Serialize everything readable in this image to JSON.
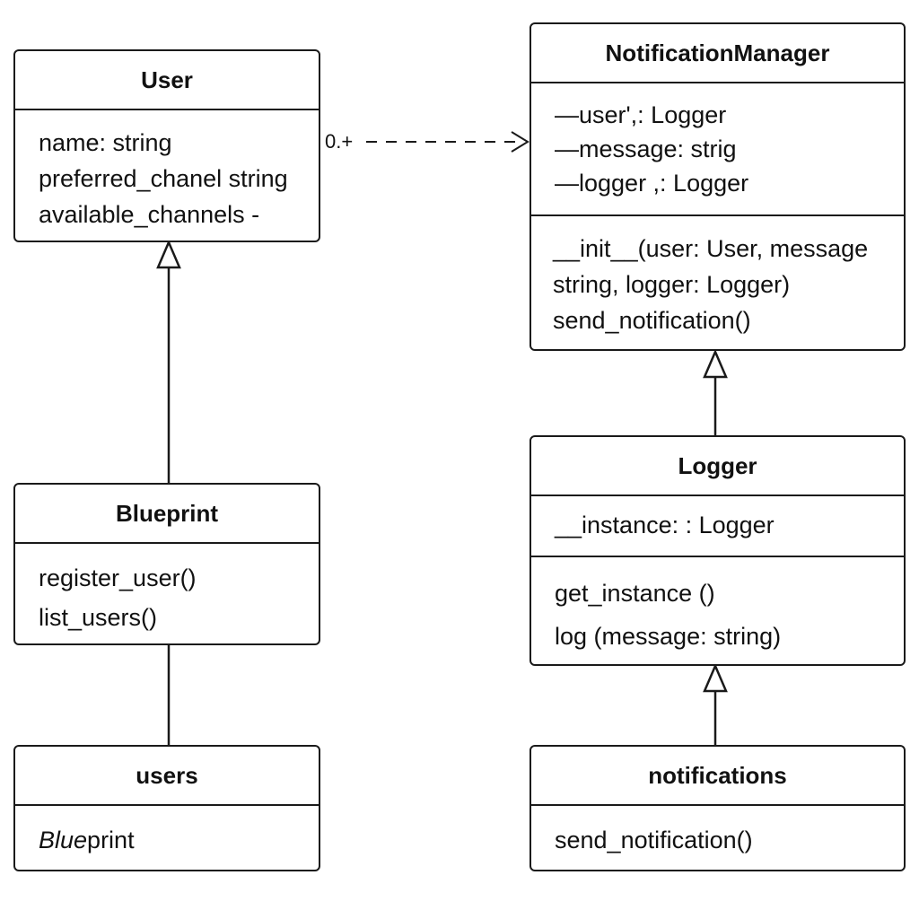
{
  "classes": {
    "user": {
      "name": "User",
      "attributes": [
        "name: string",
        "preferred_chanel string",
        "available_channels -"
      ]
    },
    "notification_manager": {
      "name": "NotificationManager",
      "attributes": [
        "—user',: Logger",
        "—message: strig",
        "—logger ,: Logger"
      ],
      "methods": [
        "__init__(user: User, message",
        "string, logger: Logger)",
        "send_notification()"
      ]
    },
    "blueprint": {
      "name": "Blueprint",
      "methods": [
        "register_user()",
        "list_users()"
      ]
    },
    "logger": {
      "name": "Logger",
      "attributes": [
        "__instance: : Logger"
      ],
      "methods": [
        "get_instance ()",
        "log (message: string)"
      ]
    },
    "users": {
      "name": "users",
      "attribute_italic": "Blue",
      "attribute_rest": "print"
    },
    "notifications": {
      "name": "notifications",
      "methods": [
        "send_notification()"
      ]
    }
  },
  "relations": {
    "user_to_manager": {
      "kind": "dependency",
      "multiplicity": "0.+"
    },
    "user_blueprint": {
      "kind": "generalization"
    },
    "blueprint_users": {
      "kind": "association"
    },
    "manager_logger": {
      "kind": "generalization"
    },
    "logger_notifications": {
      "kind": "generalization"
    }
  }
}
